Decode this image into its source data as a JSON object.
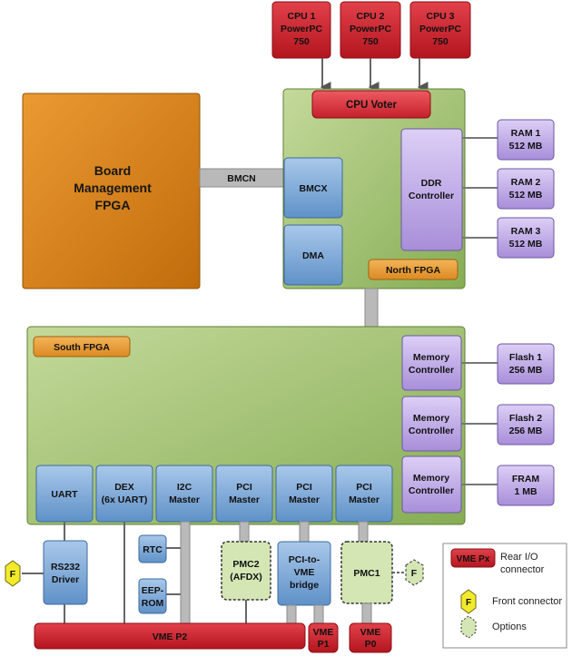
{
  "cpus": [
    {
      "line1": "CPU 1",
      "line2": "PowerPC",
      "line3": "750"
    },
    {
      "line1": "CPU 2",
      "line2": "PowerPC",
      "line3": "750"
    },
    {
      "line1": "CPU 3",
      "line2": "PowerPC",
      "line3": "750"
    }
  ],
  "cpu_voter": "CPU Voter",
  "board_mgmt": {
    "line1": "Board",
    "line2": "Management",
    "line3": "FPGA"
  },
  "bmcn": "BMCN",
  "bmcx": "BMCX",
  "dma": "DMA",
  "ddr": {
    "line1": "DDR",
    "line2": "Controller"
  },
  "north_fpga": "North FPGA",
  "rams": [
    {
      "line1": "RAM 1",
      "line2": "512 MB"
    },
    {
      "line1": "RAM 2",
      "line2": "512 MB"
    },
    {
      "line1": "RAM 3",
      "line2": "512 MB"
    }
  ],
  "south_fpga": "South FPGA",
  "mem_ctrls": [
    {
      "line1": "Memory",
      "line2": "Controller"
    },
    {
      "line1": "Memory",
      "line2": "Controller"
    },
    {
      "line1": "Memory",
      "line2": "Controller"
    }
  ],
  "memories": [
    {
      "line1": "Flash 1",
      "line2": "256 MB"
    },
    {
      "line1": "Flash 2",
      "line2": "256 MB"
    },
    {
      "line1": "FRAM",
      "line2": "1 MB"
    }
  ],
  "bottom_blocks": [
    {
      "line1": "UART",
      "line2": ""
    },
    {
      "line1": "DEX",
      "line2": "(6x UART)"
    },
    {
      "line1": "I2C",
      "line2": "Master"
    },
    {
      "line1": "PCI",
      "line2": "Master"
    },
    {
      "line1": "PCI",
      "line2": "Master"
    },
    {
      "line1": "PCI",
      "line2": "Master"
    }
  ],
  "rs232": {
    "line1": "RS232",
    "line2": "Driver"
  },
  "rtc": "RTC",
  "eeprom": {
    "line1": "EEP-",
    "line2": "ROM"
  },
  "pmc2": {
    "line1": "PMC2",
    "line2": "(AFDX)"
  },
  "pci_vme": {
    "line1": "PCI-to-",
    "line2": "VME",
    "line3": "bridge"
  },
  "pmc1": "PMC1",
  "front_connector_letter": "F",
  "vme_p2": "VME P2",
  "vme_p1": {
    "line1": "VME",
    "line2": "P1"
  },
  "vme_p0": {
    "line1": "VME",
    "line2": "P0"
  },
  "legend": {
    "vme_key": "VME Px",
    "rear_line1": "Rear I/O",
    "rear_line2": "connector",
    "front_key": "F",
    "front_label": "Front connector",
    "options_label": "Options"
  },
  "colors": {
    "cpu_red": "#c8202a",
    "green_fpga": "#9cbe6a",
    "orange_fpga": "#e08a1e",
    "blue_block": "#6f9fd2",
    "purple_block": "#b39ae0",
    "connector_yellow": "#f2ea2a",
    "option_green": "#d3e6b4",
    "bus_gray": "#b6b6b6"
  }
}
